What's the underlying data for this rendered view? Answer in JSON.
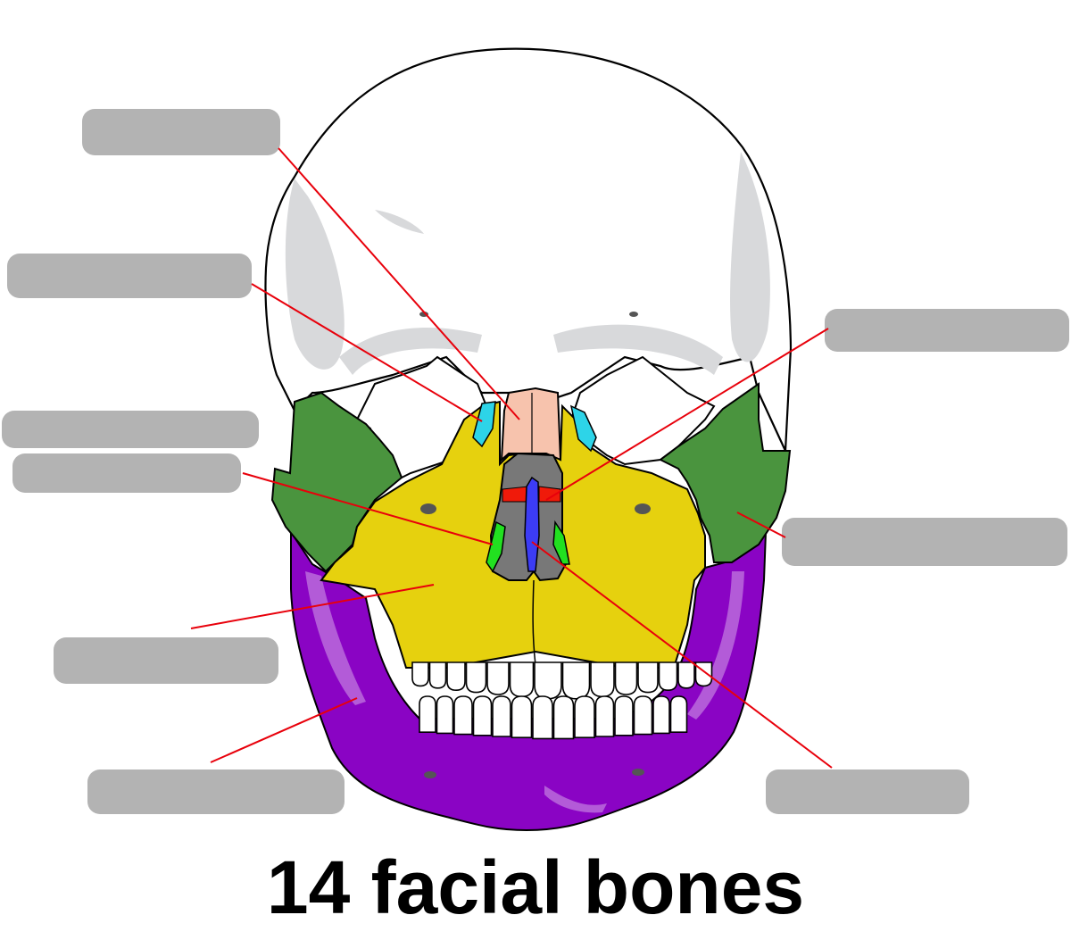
{
  "diagram": {
    "title": "14 facial bones",
    "colors": {
      "skull_outline": "#000000",
      "skull_fill": "#ffffff",
      "skull_shade": "#d8d9db",
      "nasal": "#f7c3ad",
      "lacrimal": "#2dd4e8",
      "zygomatic": "#4a943e",
      "maxilla": "#e6d10e",
      "mandible": "#8a04c4",
      "vomer": "#3c3cf5",
      "inferior_nasal_concha": "#22e020",
      "ethmoid_red": "#f01a0a",
      "nasal_cavity": "#787878",
      "label_box": "#b3b3b3",
      "leader_line": "#e8000b"
    },
    "labels": [
      {
        "target": "nasal-bone",
        "text": ""
      },
      {
        "target": "lacrimal-bone",
        "text": ""
      },
      {
        "target": "inferior-nasal-concha",
        "text": ""
      },
      {
        "target": "maxilla",
        "text": ""
      },
      {
        "target": "mandible",
        "text": ""
      },
      {
        "target": "palatine-bone",
        "text": ""
      },
      {
        "target": "zygomatic-bone",
        "text": ""
      },
      {
        "target": "vomer",
        "text": ""
      }
    ]
  }
}
